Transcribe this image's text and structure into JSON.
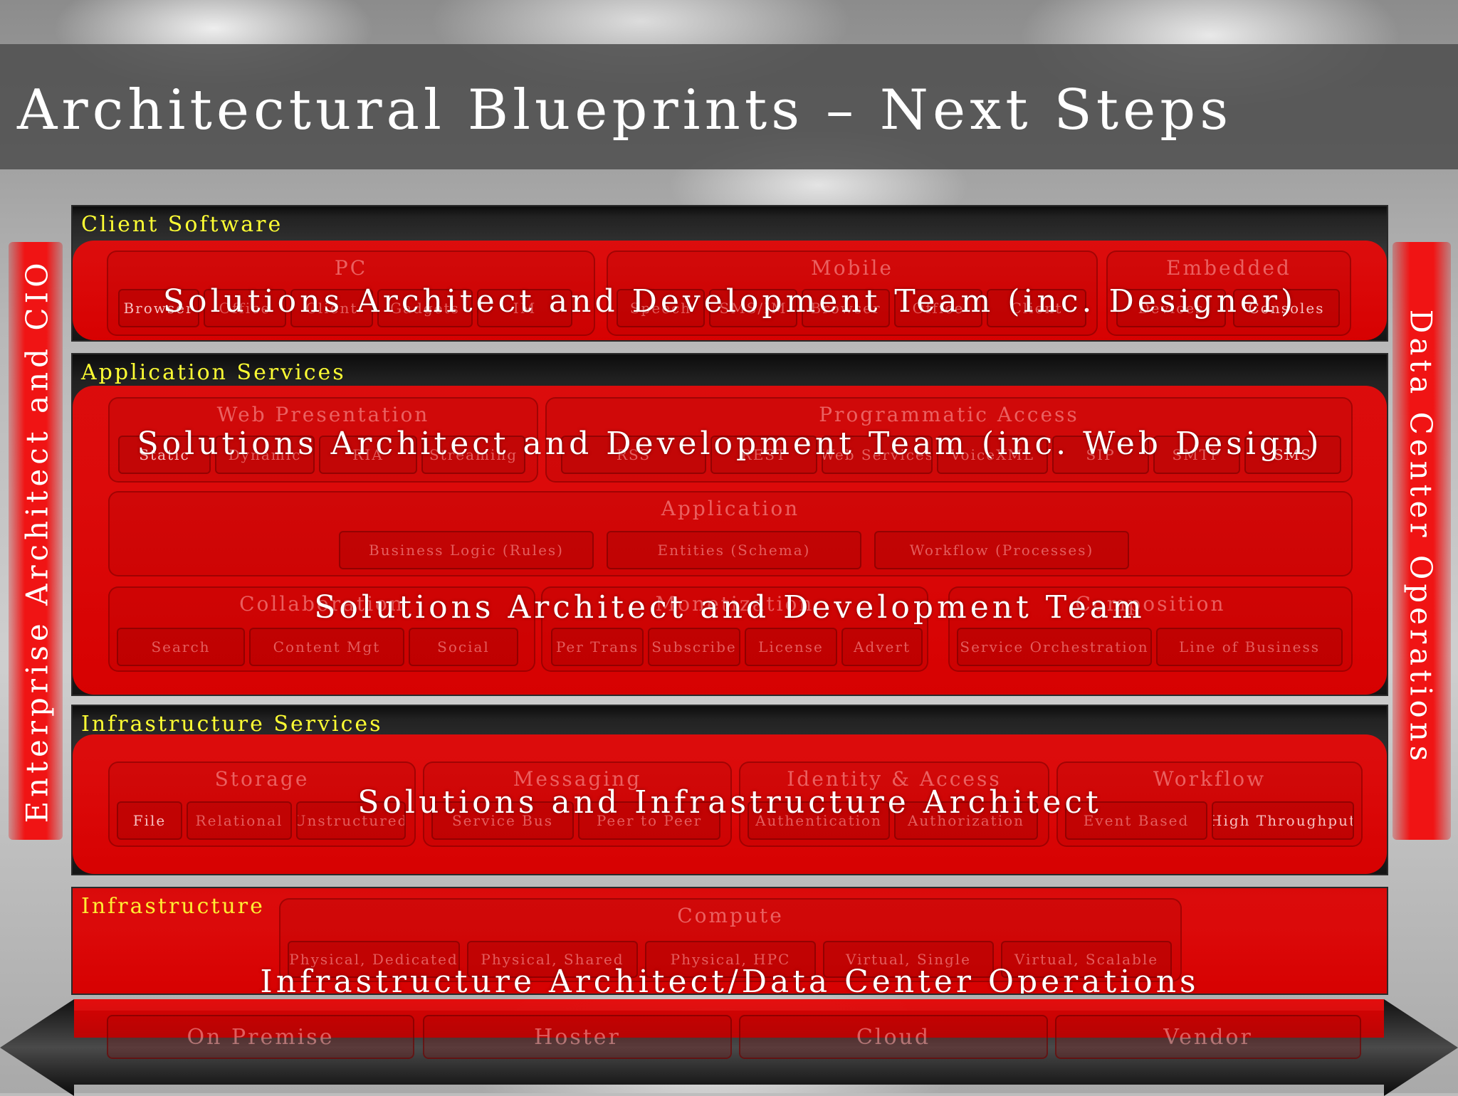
{
  "slide": {
    "title": "Architectural Blueprints – Next Steps",
    "left_side": "Enterprise Architect and CIO",
    "right_side": "Data Center Operations"
  },
  "client": {
    "label": "Client Software",
    "overlay": "Solutions Architect and Development Team (inc. Designer)",
    "groups": [
      {
        "title": "PC",
        "items": [
          "Browser",
          "Office",
          "Client",
          "Gadgets",
          "IM"
        ]
      },
      {
        "title": "Mobile",
        "items": [
          "Speech",
          "SMS/IM",
          "Browser",
          "Office",
          "Client"
        ]
      },
      {
        "title": "Embedded",
        "items": [
          "Devices",
          "Consoles"
        ]
      }
    ]
  },
  "app": {
    "label": "Application Services",
    "overlay_top": "Solutions Architect and Development Team (inc. Web Design)",
    "overlay_bottom": "Solutions Architect and Development Team",
    "web": {
      "title": "Web Presentation",
      "items": [
        "Static",
        "Dynamic",
        "RIA",
        "Streaming"
      ]
    },
    "prog": {
      "title": "Programmatic Access",
      "items": [
        "RSS",
        "REST",
        "Web Services",
        "VoiceXML",
        "SIP",
        "SMTP",
        "SMS"
      ]
    },
    "application": {
      "title": "Application",
      "items": [
        "Business Logic (Rules)",
        "Entities (Schema)",
        "Workflow (Processes)"
      ]
    },
    "collab": {
      "title": "Collaboration",
      "items": [
        "Search",
        "Content Mgt",
        "Social"
      ]
    },
    "monet": {
      "title": "Monetization",
      "items": [
        "Per Trans",
        "Subscribe",
        "License",
        "Advert"
      ]
    },
    "comp": {
      "title": "Composition",
      "items": [
        "Service Orchestration",
        "Line of Business"
      ]
    }
  },
  "infra_services": {
    "label": "Infrastructure Services",
    "overlay": "Solutions and Infrastructure Architect",
    "groups": [
      {
        "title": "Storage",
        "items": [
          "File",
          "Relational",
          "Unstructured"
        ]
      },
      {
        "title": "Messaging",
        "items": [
          "Service Bus",
          "Peer to Peer"
        ]
      },
      {
        "title": "Identity & Access",
        "items": [
          "Authentication",
          "Authorization"
        ]
      },
      {
        "title": "Workflow",
        "items": [
          "Event Based",
          "High Throughput"
        ]
      }
    ]
  },
  "infra": {
    "label": "Infrastructure",
    "overlay": "Infrastructure Architect/Data Center Operations",
    "compute": {
      "title": "Compute",
      "items": [
        "Physical, Dedicated",
        "Physical, Shared",
        "Physical, HPC",
        "Virtual, Single",
        "Virtual, Scalable"
      ]
    }
  },
  "hosting": [
    "On Premise",
    "Hoster",
    "Cloud",
    "Vendor"
  ]
}
